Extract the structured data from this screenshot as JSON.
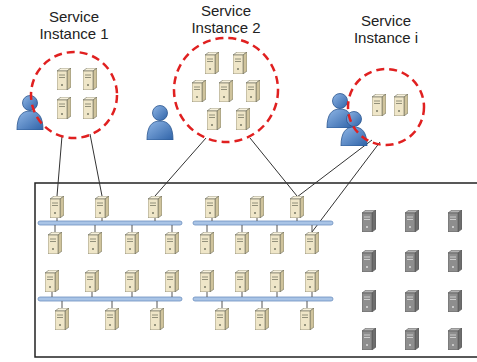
{
  "diagram": {
    "nodes": [
      {
        "text": [
          "Service Instance 1"
        ]
      },
      {
        "text": [
          "Service Instance 2"
        ]
      },
      {
        "text": [
          "Service Instance i"
        ]
      }
    ]
  }
}
